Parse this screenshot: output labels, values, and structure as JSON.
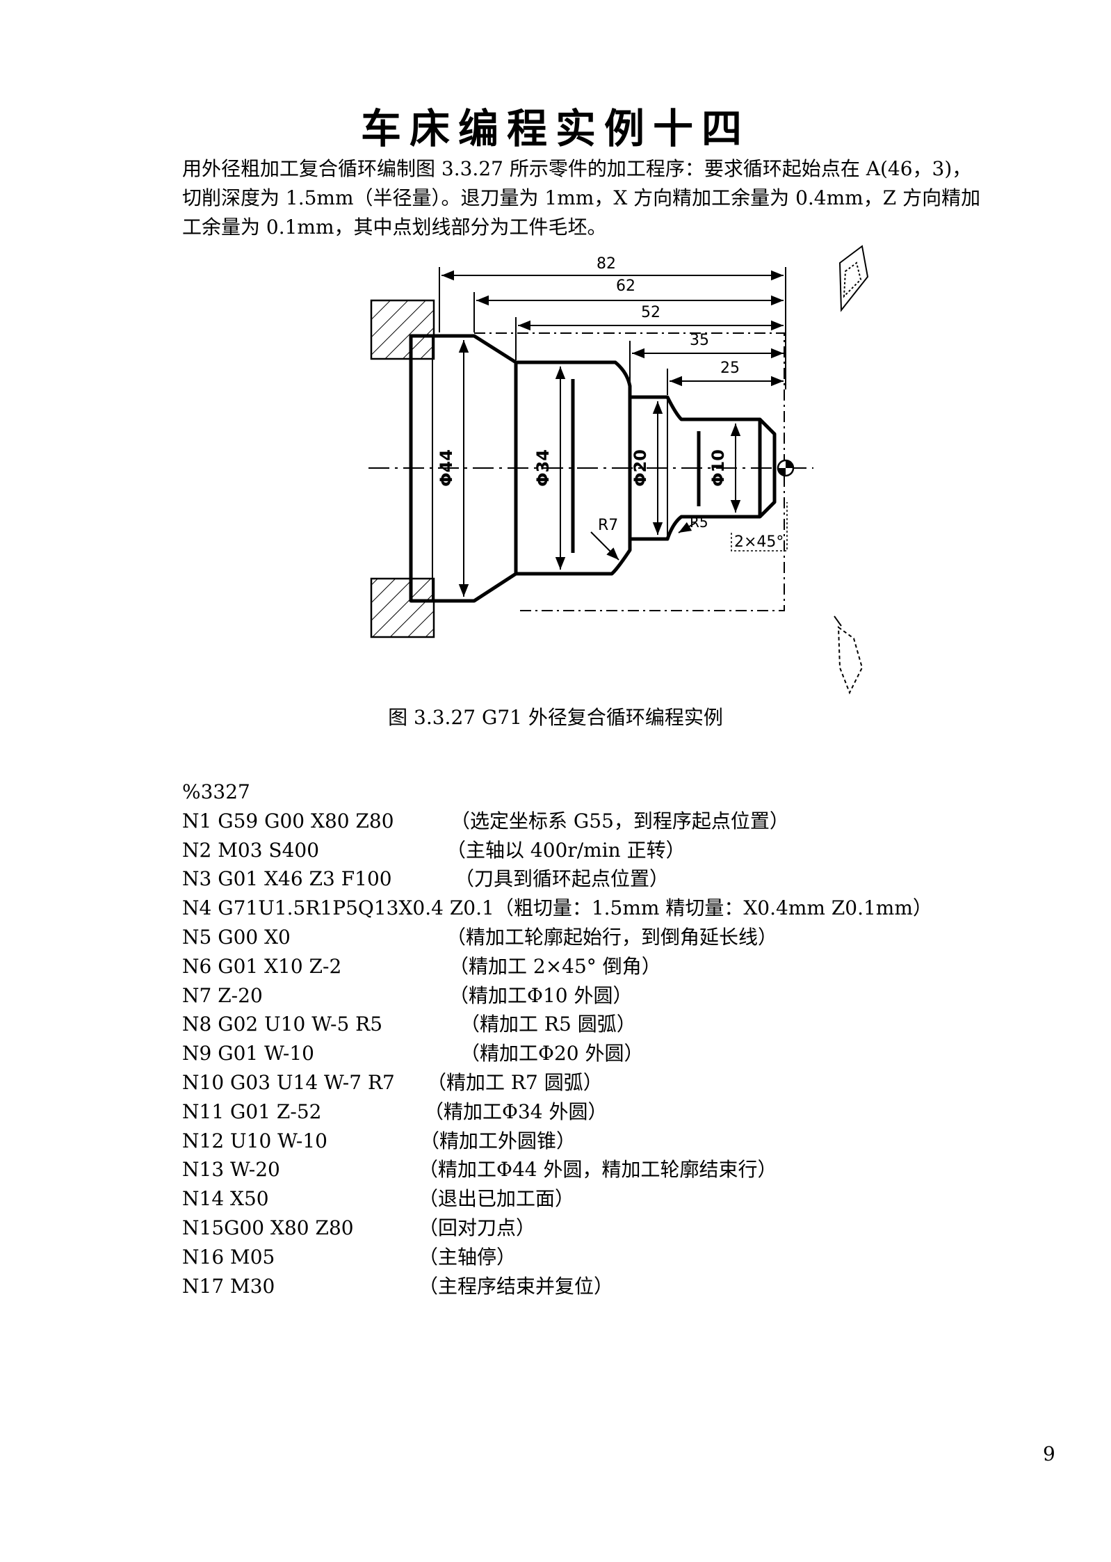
{
  "title": "车床编程实例十四",
  "intro": {
    "line1": "用外径粗加工复合循环编制图 3.3.27 所示零件的加工程序：要求循环起始点在 A(46，3)，",
    "line2": "切削深度为 1.5mm（半径量）。退刀量为 1mm，X 方向精加工余量为 0.4mm，Z 方向精加",
    "line3": "工余量为 0.1mm，其中点划线部分为工件毛坯。"
  },
  "figure": {
    "dims": {
      "d82": "82",
      "d62": "62",
      "d52": "52",
      "d35": "35",
      "d25": "25",
      "phi44": "Φ44",
      "phi34": "Φ34",
      "phi20": "Φ20",
      "phi10": "Φ10",
      "r7": "R7",
      "r5": "R5",
      "chamfer": "2×45°"
    },
    "caption": "图 3.3.27    G71 外径复合循环编程实例"
  },
  "program": {
    "header": "%3327",
    "lines": [
      {
        "code": "N1 G59 G00 X80 Z80",
        "comment": "（选定坐标系 G55，到程序起点位置）"
      },
      {
        "code": "N2 M03 S400",
        "comment": "（主轴以 400r/min 正转）"
      },
      {
        "code": "N3 G01 X46 Z3 F100",
        "comment": "（刀具到循环起点位置）"
      },
      {
        "code": "N4 G71U1.5R1P5Q13X0.4 Z0.1",
        "comment": "（粗切量：1.5mm 精切量：X0.4mm Z0.1mm）"
      },
      {
        "code": "N5 G00 X0",
        "comment": "（精加工轮廓起始行，到倒角延长线）"
      },
      {
        "code": "N6 G01 X10 Z-2",
        "comment": "（精加工 2×45° 倒角）"
      },
      {
        "code": "N7 Z-20",
        "comment": "（精加工Φ10 外圆）"
      },
      {
        "code": "N8 G02 U10 W-5 R5",
        "comment": "（精加工 R5 圆弧）"
      },
      {
        "code": "N9 G01 W-10",
        "comment": "（精加工Φ20 外圆）"
      },
      {
        "code": "N10 G03 U14 W-7 R7",
        "comment": "（精加工 R7 圆弧）"
      },
      {
        "code": "N11 G01 Z-52",
        "comment": "（精加工Φ34 外圆）"
      },
      {
        "code": "N12 U10 W-10",
        "comment": "（精加工外圆锥）"
      },
      {
        "code": "N13 W-20",
        "comment": "（精加工Φ44 外圆，精加工轮廓结束行）"
      },
      {
        "code": "N14 X50",
        "comment": "（退出已加工面）"
      },
      {
        "code": "N15G00 X80 Z80",
        "comment": "（回对刀点）"
      },
      {
        "code": "N16 M05",
        "comment": "（主轴停）"
      },
      {
        "code": "N17 M30",
        "comment": "（主程序结束并复位）"
      }
    ]
  },
  "page_number": "9"
}
